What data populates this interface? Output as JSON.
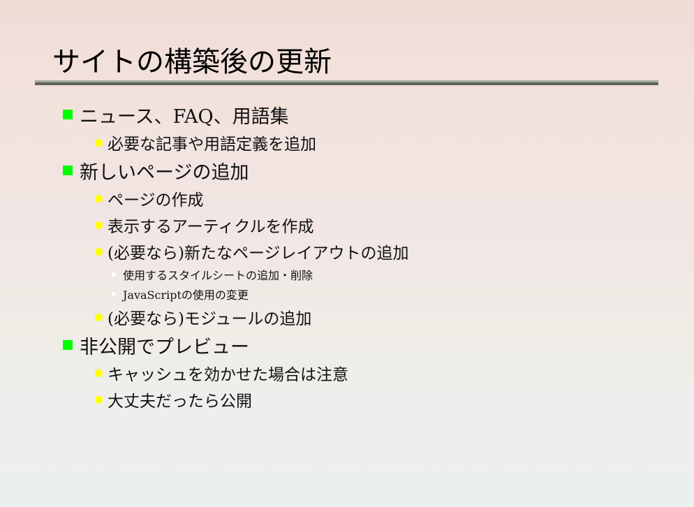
{
  "slide": {
    "title": "サイトの構築後の更新",
    "items": [
      {
        "text": "ニュース、FAQ、用語集"
      },
      {
        "text": "必要な記事や用語定義を追加"
      },
      {
        "text": "新しいページの追加"
      },
      {
        "text": "ページの作成"
      },
      {
        "text": "表示するアーティクルを作成"
      },
      {
        "text": "(必要なら)新たなページレイアウトの追加"
      },
      {
        "text": "使用するスタイルシートの追加・削除"
      },
      {
        "text": "JavaScriptの使用の変更"
      },
      {
        "text": "(必要なら)モジュールの追加"
      },
      {
        "text": "非公開でプレビュー"
      },
      {
        "text": "キャッシュを効かせた場合は注意"
      },
      {
        "text": "大丈夫だったら公開"
      }
    ]
  },
  "colors": {
    "bullet_level1": "#00ff00",
    "bullet_level2": "#ffff00",
    "bullet_level3": "#ffffff"
  }
}
